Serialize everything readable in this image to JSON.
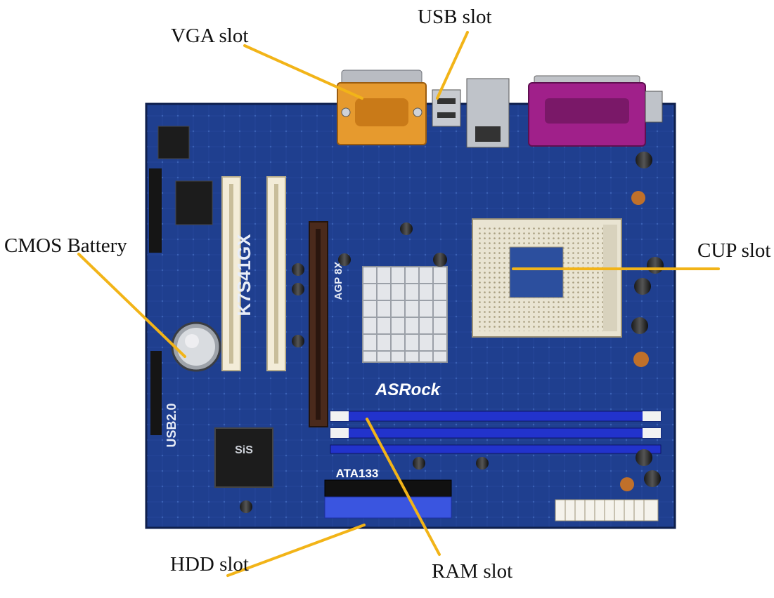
{
  "figure": {
    "callouts": {
      "vga": "VGA slot",
      "usb": "USB slot",
      "cmos": "CMOS Battery",
      "cpu": "CUP slot",
      "hdd": "HDD slot",
      "ram": "RAM slot"
    },
    "board_text": {
      "brand": "ASRock",
      "model": "K7S41GX",
      "agp": "AGP 8X",
      "ata": "ATA133",
      "usb2": "USB2.0",
      "chipset_brand": "SiS"
    }
  },
  "colors": {
    "leader_line": "#f2b418",
    "pcb": "#1f3f8f",
    "pcb_dark": "#132a66",
    "vga_port": "#e69a2e",
    "parallel_port": "#a0208a",
    "ram_slot": "#2233cc",
    "ide_connector": "#3a55e0",
    "cpu_socket": "#f2eee0",
    "pci_slot": "#f3ecd8",
    "heatsink": "#e4e6ea"
  }
}
